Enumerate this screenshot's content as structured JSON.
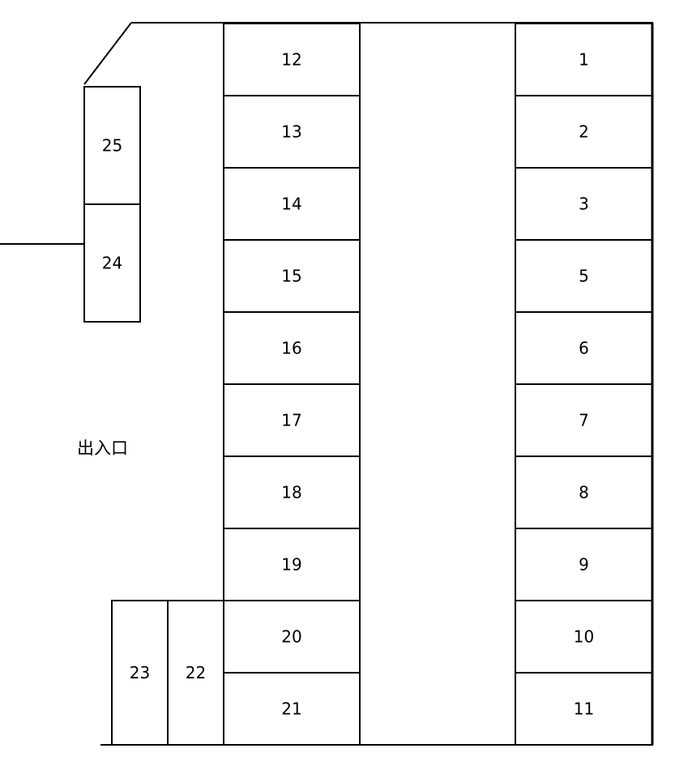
{
  "entrance_label": "出入口",
  "colors": {
    "line": "#000000",
    "background": "#ffffff"
  },
  "column_right": [
    "1",
    "2",
    "3",
    "5",
    "6",
    "7",
    "8",
    "9",
    "10",
    "11"
  ],
  "column_center": [
    "12",
    "13",
    "14",
    "15",
    "16",
    "17",
    "18",
    "19",
    "20",
    "21"
  ],
  "column_left_top": [
    "25",
    "24"
  ],
  "row_bottom_left": [
    "23",
    "22"
  ]
}
